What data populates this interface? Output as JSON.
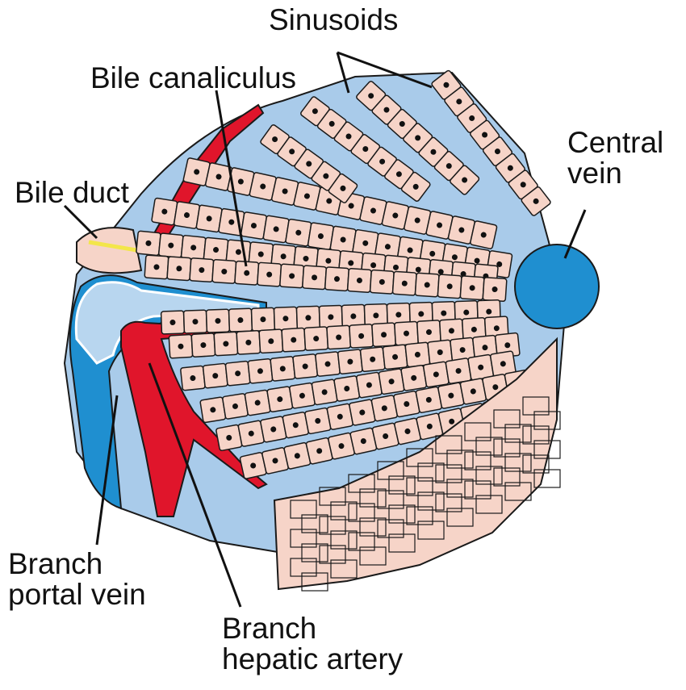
{
  "colors": {
    "cell_fill": "#f6d4c8",
    "cell_stroke": "#1a1a1a",
    "nucleus": "#111111",
    "sinusoid_blue": "#a9cbea",
    "vein_blue": "#1f8fd0",
    "artery_red": "#e0152b",
    "bile_yellow": "#f3e64a",
    "background": "#ffffff"
  },
  "labels": {
    "sinusoids": "Sinusoids",
    "bile_canaliculus": "Bile canaliculus",
    "bile_duct": "Bile duct",
    "central_vein_line1": "Central",
    "central_vein_line2": "vein",
    "portal_vein_line1": "Branch",
    "portal_vein_line2": "portal vein",
    "hepatic_artery_line1": "Branch",
    "hepatic_artery_line2": "hepatic artery"
  }
}
